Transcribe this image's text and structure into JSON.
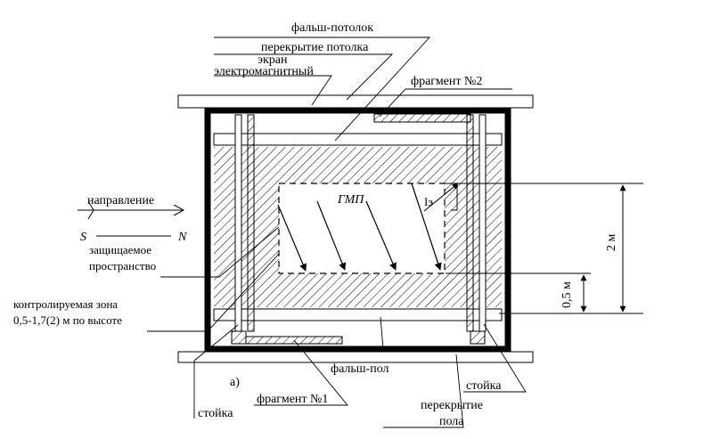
{
  "labels": {
    "false_ceiling": "фальш-потолок",
    "ceiling_slab": "перекрытие потолка",
    "screen_line1": "экран",
    "screen_line2": "электромагнитный",
    "fragment2": "фрагмент №2",
    "direction": "направление",
    "south": "S",
    "north": "N",
    "protected_line1": "защищаемое",
    "protected_line2": "пространство",
    "zone_line1": "контролируемая зона",
    "zone_line2": "0,5-1,7(2) м по высоте",
    "gmp": "ГМП",
    "ie": "Iэ",
    "dim_2m": "2 м",
    "dim_05m": "0,5 м",
    "false_floor": "фальш-пол",
    "post_right": "стойка",
    "floor_slab_line1": "перекрытие",
    "floor_slab_line2": "пола",
    "fragment1": "фрагмент №1",
    "post_left": "стойка",
    "figure_label": "а)"
  }
}
